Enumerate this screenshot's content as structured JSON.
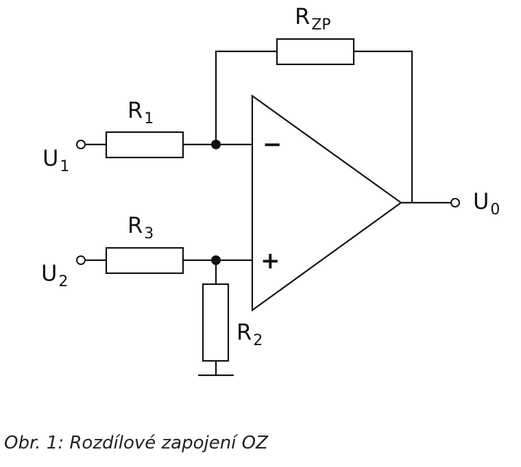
{
  "labels": {
    "r_zp": {
      "main": "R",
      "sub": "ZP"
    },
    "r1": {
      "main": "R",
      "sub": "1"
    },
    "r2": {
      "main": "R",
      "sub": "2"
    },
    "r3": {
      "main": "R",
      "sub": "3"
    },
    "u1": {
      "main": "U",
      "sub": "1"
    },
    "u2": {
      "main": "U",
      "sub": "2"
    },
    "u0": {
      "main": "U",
      "sub": "0"
    },
    "minus": "−",
    "plus": "+"
  },
  "caption": "Obr. 1: Rozdílové zapojení OZ"
}
